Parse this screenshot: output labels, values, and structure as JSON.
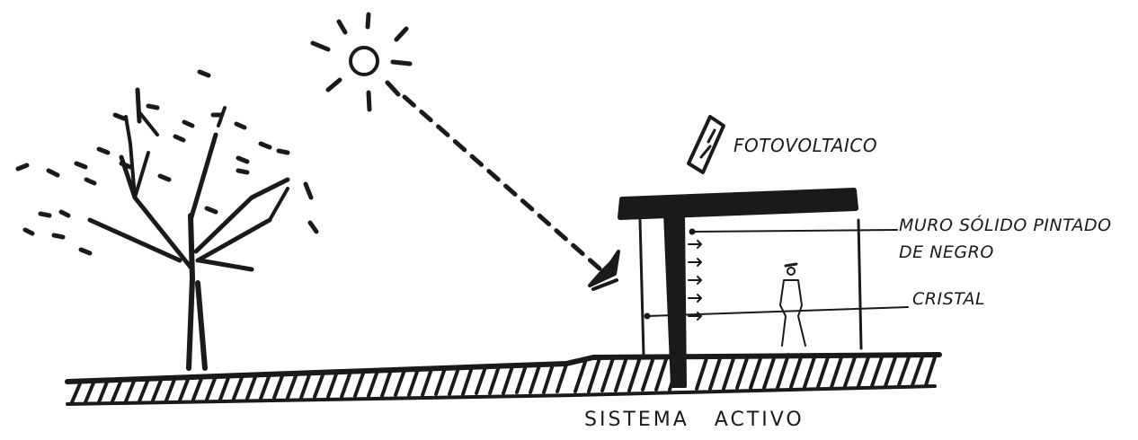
{
  "labels": {
    "photovoltaic": "FOTOVOLTAICO",
    "wall_line1": "MURO SÓLIDO PINTADO",
    "wall_line2": "DE NEGRO",
    "glass": "CRISTAL",
    "system_word1": "SISTEMA",
    "system_word2": "ACTIVO"
  },
  "colors": {
    "ink": "#1a1a1a",
    "paper": "#ffffff"
  },
  "icons": {
    "sun": "sun-icon",
    "tree": "tree-icon",
    "person": "person-icon",
    "solar_panel": "solar-panel-icon",
    "collector": "solar-collector-icon"
  }
}
